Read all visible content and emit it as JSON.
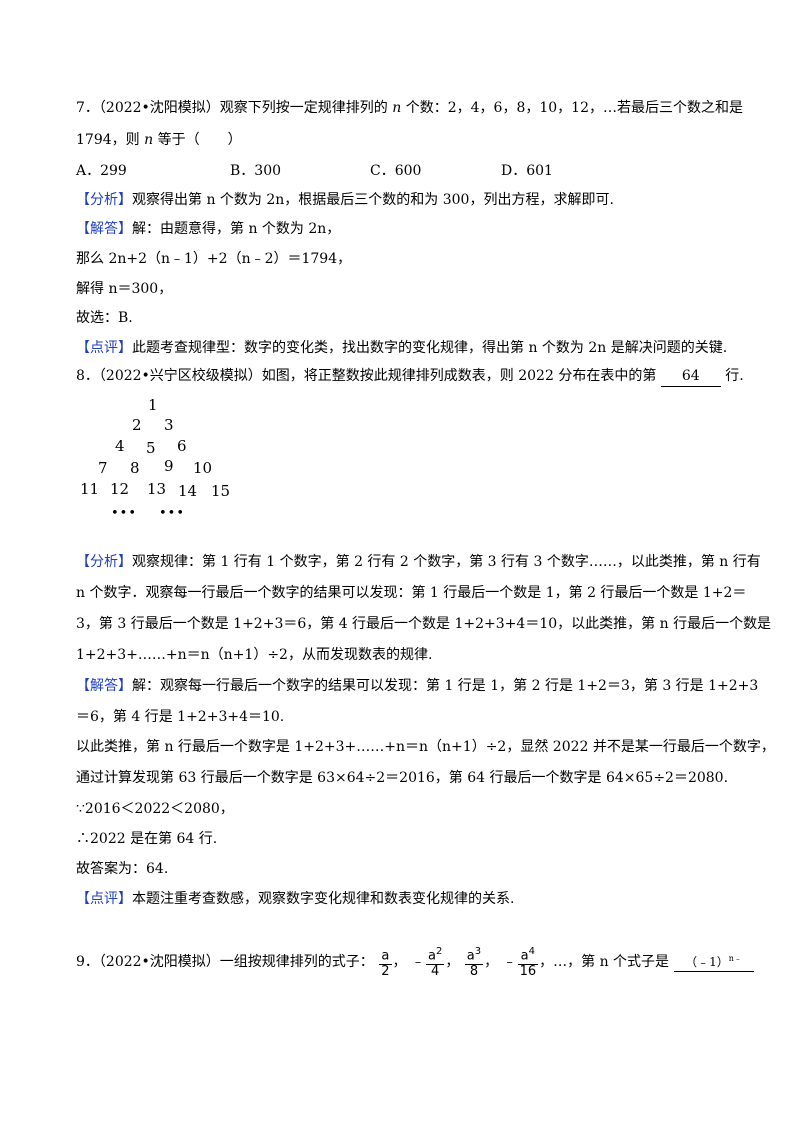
{
  "q7": {
    "stem1": "7．（2022•沈阳模拟）观察下列按一定规律排列的",
    "var_n": "n",
    "stem2": "个数：2，4，6，8，10，12，…若最后三个数之和是",
    "stem3a": "1794，则",
    "stem3b": "等于（　　）",
    "options": [
      "A．299",
      "B．300",
      "C．600",
      "D．601"
    ],
    "fenxi_tag": "【分析】",
    "fenxi": "观察得出第 n 个数为 2n，根据最后三个数的和为 300，列出方程，求解即可.",
    "jieda_tag": "【解答】",
    "jieda1": "解：由题意得，第 n 个数为 2n，",
    "jieda2": "那么 2n+2（n﹣1）+2（n﹣2）＝1794，",
    "jieda3": "解得 n＝300，",
    "jieda4": "故选：B.",
    "dianping_tag": "【点评】",
    "dianping": "此题考查规律型：数字的变化类，找出数字的变化规律，得出第 n 个数为 2n 是解决问题的关键."
  },
  "q8": {
    "stem_a": "8．（2022•兴宁区校级模拟）如图，将正整数按此规律排列成数表，则 2022 分布在表中的第",
    "answer": "64",
    "stem_b": "行.",
    "triangle": [
      "1",
      "2",
      "3",
      "4",
      "5",
      "6",
      "7",
      "8",
      "9",
      "10",
      "11",
      "12",
      "13",
      "14",
      "15"
    ],
    "dots": [
      "•••",
      "•••"
    ],
    "fenxi_tag": "【分析】",
    "fenxi1": "观察规律：第 1 行有 1 个数字，第 2 行有 2 个数字，第 3 行有 3 个数字……，以此类推，第 n 行有",
    "fenxi2": "n 个数字．观察每一行最后一个数字的结果可以发现：第 1 行最后一个数是 1，第 2 行最后一个数是 1+2＝",
    "fenxi3": "3，第 3 行最后一个数是 1+2+3＝6，第 4 行最后一个数是 1+2+3+4＝10，以此类推，第 n 行最后一个数是",
    "fenxi4": "1+2+3+……+n＝n（n+1）÷2，从而发现数表的规律.",
    "jieda_tag": "【解答】",
    "jieda1": "解：观察每一行最后一个数字的结果可以发现：第 1 行是 1，第 2 行是 1+2＝3，第 3 行是 1+2+3",
    "jieda2": "＝6，第 4 行是 1+2+3+4＝10.",
    "jieda3": "以此类推，第 n 行最后一个数字是 1+2+3+……+n＝n（n+1）÷2，显然 2022 并不是某一行最后一个数字，",
    "jieda4": "通过计算发现第 63 行最后一个数字是 63×64÷2＝2016，第 64 行最后一个数字是 64×65÷2＝2080.",
    "jieda5": "∵2016＜2022＜2080，",
    "jieda6": "∴2022 是在第 64 行.",
    "jieda7": "故答案为：64.",
    "dianping_tag": "【点评】",
    "dianping": "本题注重考查数感，观察数字变化规律和数表变化规律的关系."
  },
  "q9": {
    "stem_a": "9．（2022•沈阳模拟）一组按规律排列的式子：",
    "fractions": [
      {
        "sign": "",
        "num": "a",
        "exp": "",
        "den": "2"
      },
      {
        "sign": "﹣",
        "num": "a",
        "exp": "2",
        "den": "4"
      },
      {
        "sign": "",
        "num": "a",
        "exp": "3",
        "den": "8"
      },
      {
        "sign": "﹣",
        "num": "a",
        "exp": "4",
        "den": "16"
      }
    ],
    "stem_b": "，…，第 n 个式子是",
    "answer": "（﹣1）",
    "answer_exp": "n﹣"
  },
  "colors": {
    "tag": "#1f3fbf",
    "text": "#000000"
  }
}
